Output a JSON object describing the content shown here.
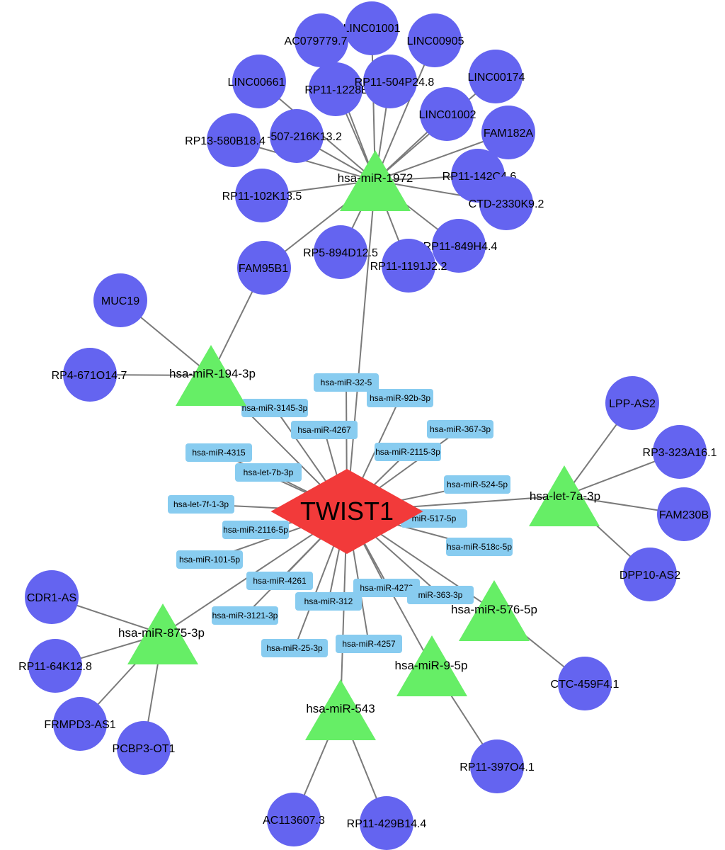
{
  "colors": {
    "lncrna": "#6464f0",
    "mirna_triangle": "#66ee66",
    "mirna_box": "#88ccf0",
    "hub": "#f23a3a",
    "edge": "#7a7a7a"
  },
  "hub": {
    "label": "TWIST1"
  },
  "triangles": [
    {
      "id": "t1972",
      "label": "hsa-miR-1972"
    },
    {
      "id": "t194",
      "label": "hsa-miR-194-3p"
    },
    {
      "id": "tlet7a",
      "label": "hsa-let-7a-3p"
    },
    {
      "id": "t576",
      "label": "hsa-miR-576-5p"
    },
    {
      "id": "t875",
      "label": "hsa-miR-875-3p"
    },
    {
      "id": "t95",
      "label": "hsa-miR-9-5p"
    },
    {
      "id": "t543",
      "label": "hsa-miR-543"
    }
  ],
  "boxes": [
    {
      "id": "b32",
      "label": "hsa-miR-32-5"
    },
    {
      "id": "b92b",
      "label": "hsa-miR-92b-3p"
    },
    {
      "id": "b3145",
      "label": "hsa-miR-3145-3p"
    },
    {
      "id": "b4267",
      "label": "hsa-miR-4267"
    },
    {
      "id": "b367",
      "label": "hsa-miR-367-3p"
    },
    {
      "id": "b4315",
      "label": "hsa-miR-4315"
    },
    {
      "id": "b2115",
      "label": "hsa-miR-2115-3p"
    },
    {
      "id": "blet7b",
      "label": "hsa-let-7b-3p"
    },
    {
      "id": "b524",
      "label": "hsa-miR-524-5p"
    },
    {
      "id": "blet7f",
      "label": "hsa-let-7f-1-3p"
    },
    {
      "id": "b517",
      "label": "miR-517-5p"
    },
    {
      "id": "b2116",
      "label": "hsa-miR-2116-5p"
    },
    {
      "id": "b518c",
      "label": "hsa-miR-518c-5p"
    },
    {
      "id": "b101",
      "label": "hsa-miR-101-5p"
    },
    {
      "id": "b4261",
      "label": "hsa-miR-4261"
    },
    {
      "id": "b4279",
      "label": "hsa-miR-4279"
    },
    {
      "id": "b363",
      "label": "miR-363-3p"
    },
    {
      "id": "b312",
      "label": "hsa-miR-312"
    },
    {
      "id": "b3121",
      "label": "hsa-miR-3121-3p"
    },
    {
      "id": "b4257",
      "label": "hsa-miR-4257"
    },
    {
      "id": "b25",
      "label": "hsa-miR-25-3p"
    }
  ],
  "circles": [
    {
      "id": "c_linc01001",
      "label": "LINC01001"
    },
    {
      "id": "c_ac079779",
      "label": "AC079779.7"
    },
    {
      "id": "c_linc00905",
      "label": "LINC00905"
    },
    {
      "id": "c_linc00661",
      "label": "LINC00661"
    },
    {
      "id": "c_rp11_1228",
      "label": "RP11-1228E1"
    },
    {
      "id": "c_rp11_504",
      "label": "RP11-504P24.8"
    },
    {
      "id": "c_linc00174",
      "label": "LINC00174"
    },
    {
      "id": "c_linc01002",
      "label": "LINC01002"
    },
    {
      "id": "c_rp13_580",
      "label": "RP13-580B18.4"
    },
    {
      "id": "c_rp11_216",
      "label": "-507-216K13.2"
    },
    {
      "id": "c_fam182a",
      "label": "FAM182A"
    },
    {
      "id": "c_rp11_142",
      "label": "RP11-142C4.6"
    },
    {
      "id": "c_rp11_102",
      "label": "RP11-102K13.5"
    },
    {
      "id": "c_ctd_2330",
      "label": "CTD-2330K9.2"
    },
    {
      "id": "c_rp5_894",
      "label": "RP5-894D12.5"
    },
    {
      "id": "c_fam95b1",
      "label": "FAM95B1"
    },
    {
      "id": "c_rp11_849",
      "label": "RP11-849H4.4"
    },
    {
      "id": "c_rp11_1191",
      "label": "RP11-1191J2.2"
    },
    {
      "id": "c_muc19",
      "label": "MUC19"
    },
    {
      "id": "c_rp4_671",
      "label": "RP4-671O14.7"
    },
    {
      "id": "c_lpp_as2",
      "label": "LPP-AS2"
    },
    {
      "id": "c_rp3_323",
      "label": "RP3-323A16.1"
    },
    {
      "id": "c_fam230b",
      "label": "FAM230B"
    },
    {
      "id": "c_dpp10",
      "label": "DPP10-AS2"
    },
    {
      "id": "c_cdr1",
      "label": "CDR1-AS"
    },
    {
      "id": "c_rp11_64",
      "label": "RP11-64K12.8"
    },
    {
      "id": "c_frmpd3",
      "label": "FRMPD3-AS1"
    },
    {
      "id": "c_pcbp3",
      "label": "PCBP3-OT1"
    },
    {
      "id": "c_ctc_459",
      "label": "CTC-459F4.1"
    },
    {
      "id": "c_rp11_397",
      "label": "RP11-397O4.1"
    },
    {
      "id": "c_ac113607",
      "label": "AC113607.3"
    },
    {
      "id": "c_rp11_429",
      "label": "RP11-429B14.4"
    }
  ]
}
